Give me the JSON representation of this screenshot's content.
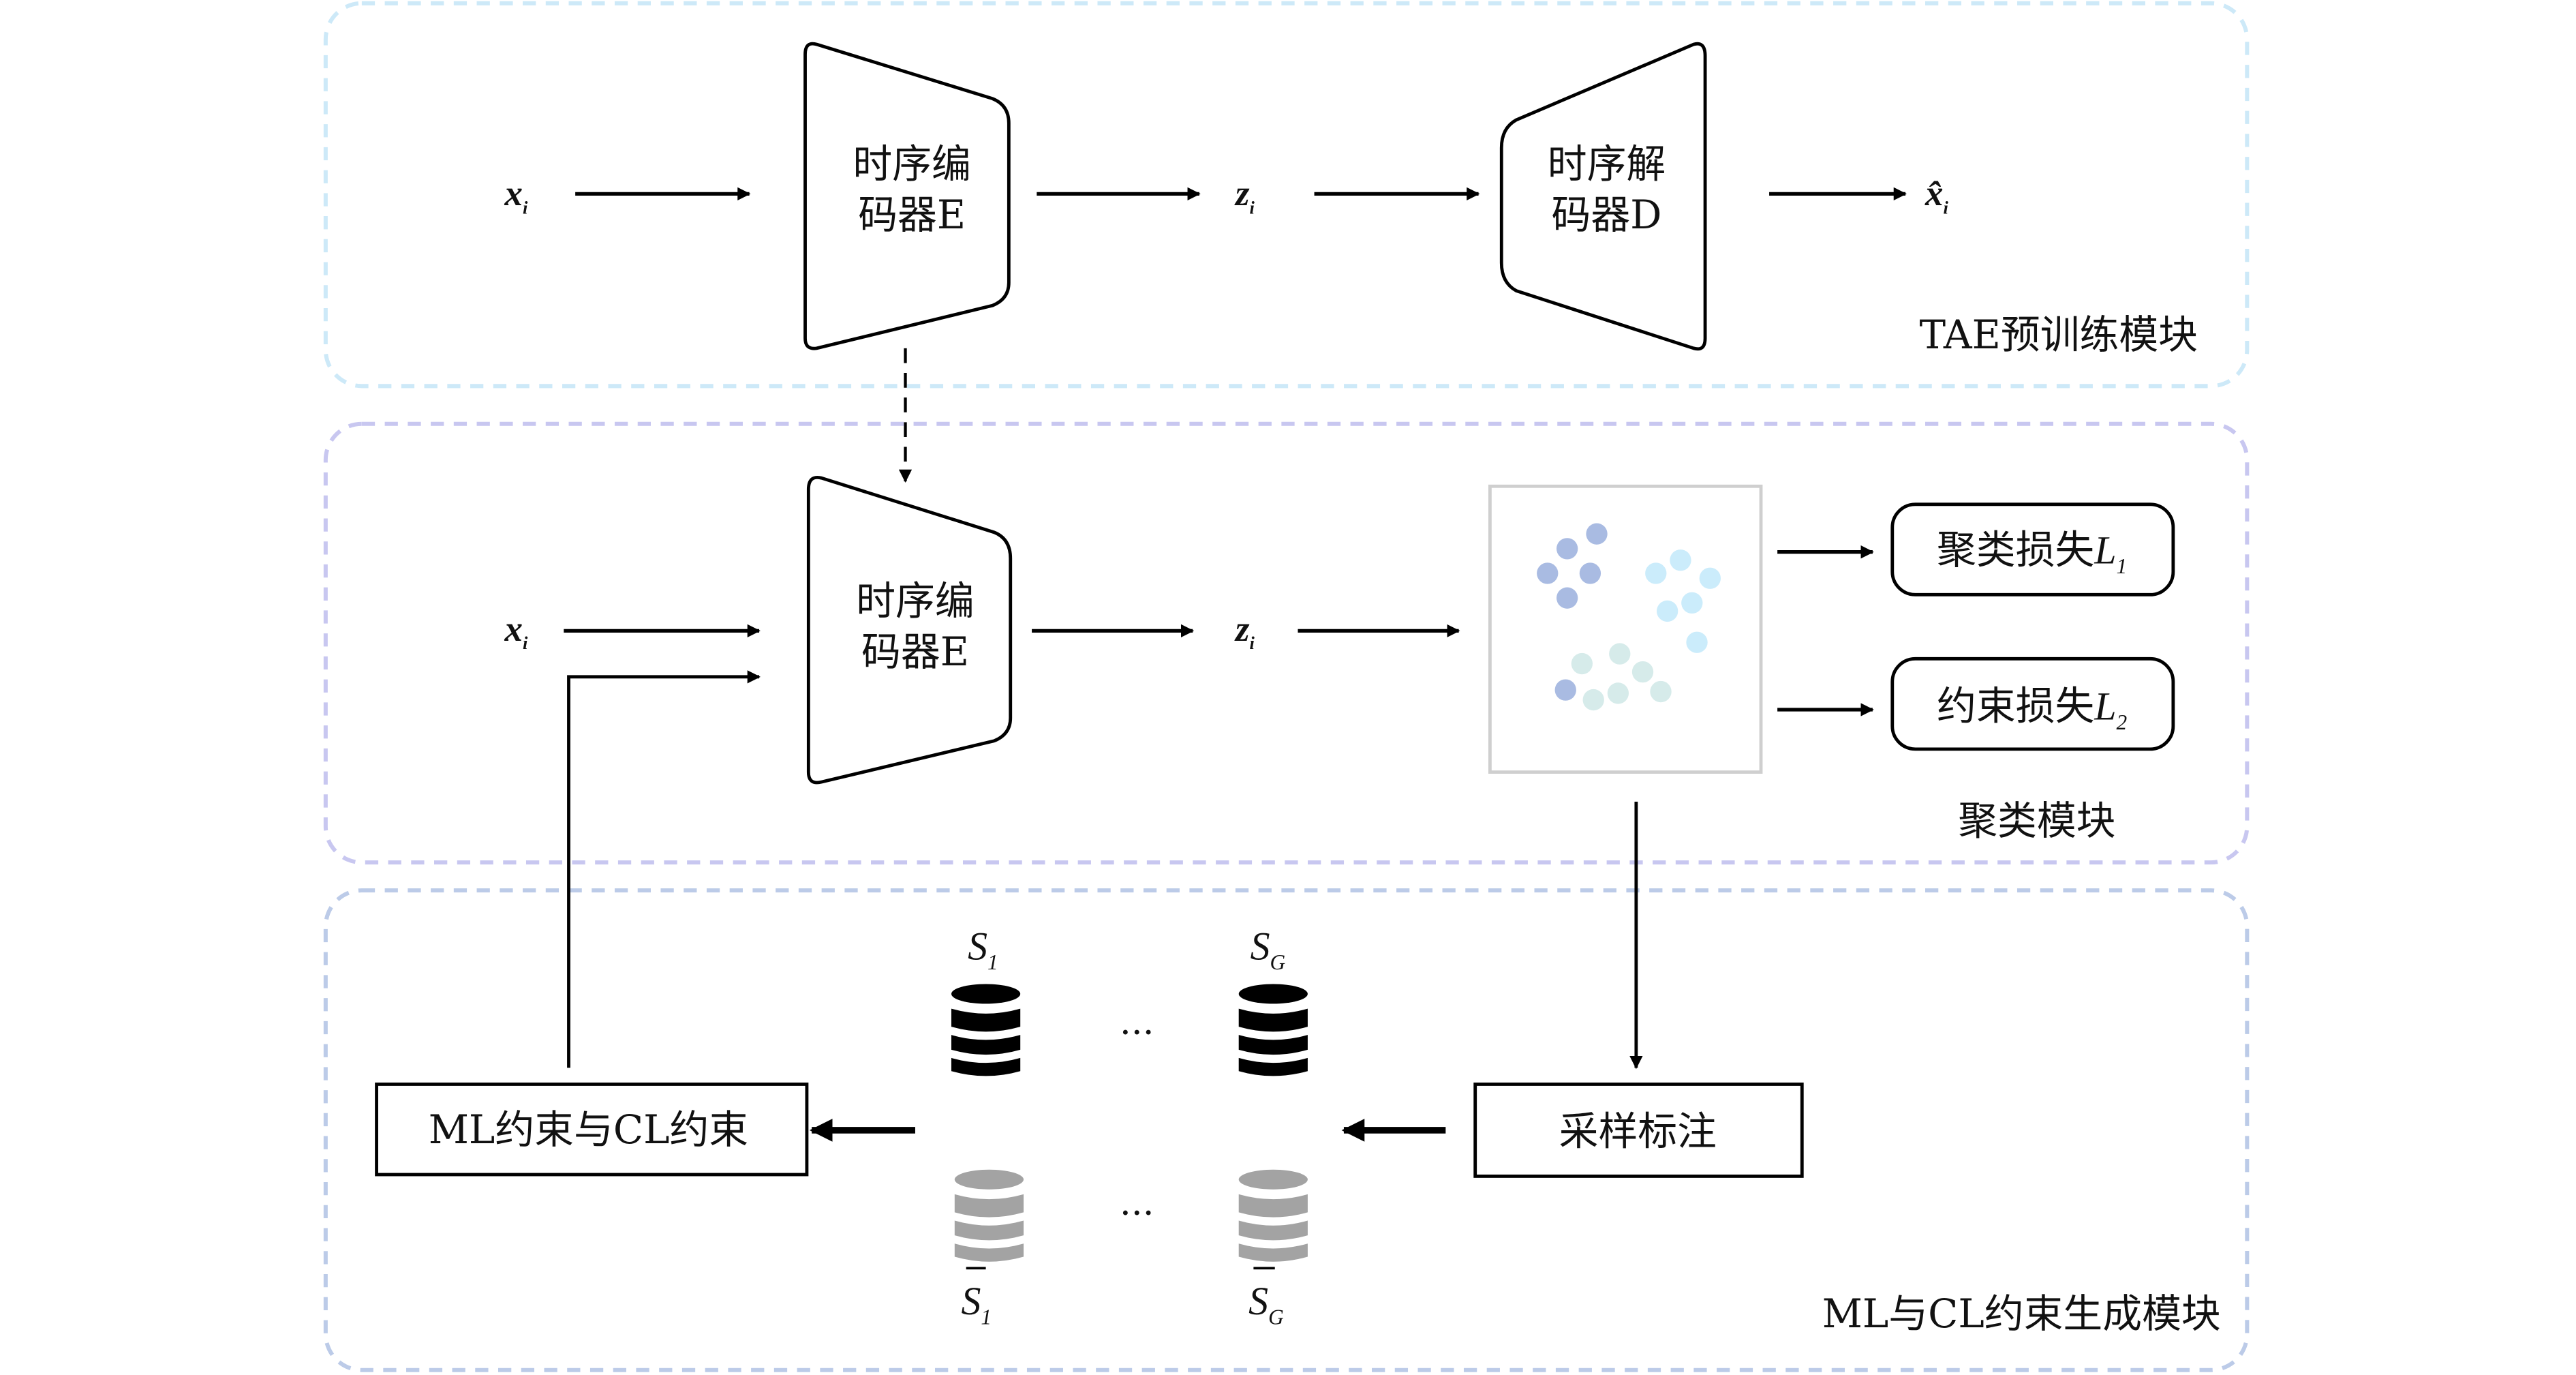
{
  "colors": {
    "module_top_border": "#cde9f8",
    "module_mid_border": "#c8c7f0",
    "module_bottom_border": "#bccbe8",
    "cluster_a": "#a9bbe2",
    "cluster_b": "#cbecfb",
    "cluster_c": "#d6ebea",
    "db_selected": "#000000",
    "db_unselected": "#a3a3a3"
  },
  "modules": {
    "pretrain": {
      "label": "TAE预训练模块"
    },
    "cluster": {
      "label": "聚类模块"
    },
    "constraint": {
      "label": "ML与CL约束生成模块"
    }
  },
  "pretrain": {
    "input": "x",
    "input_sub": "i",
    "encoder": {
      "line1": "时序编",
      "line2": "码器E"
    },
    "latent": "z",
    "latent_sub": "i",
    "decoder": {
      "line1": "时序解",
      "line2": "码器D"
    },
    "output": "x̂",
    "output_sub": "i"
  },
  "cluster": {
    "input": "x",
    "input_sub": "i",
    "encoder": {
      "line1": "时序编",
      "line2": "码器E"
    },
    "latent": "z",
    "latent_sub": "i",
    "loss1": {
      "label": "聚类损失",
      "symbol": "L",
      "sub": "1"
    },
    "loss2": {
      "label": "约束损失",
      "symbol": "L",
      "sub": "2"
    }
  },
  "constraint": {
    "sampling": "采样标注",
    "constraints": "ML约束与CL约束",
    "s1": {
      "symbol": "S",
      "sub": "1"
    },
    "sg": {
      "symbol": "S",
      "sub": "G"
    },
    "s1_bar": {
      "symbol": "S",
      "sub": "1"
    },
    "sg_bar": {
      "symbol": "S",
      "sub": "G"
    },
    "ellipsis": "···"
  }
}
